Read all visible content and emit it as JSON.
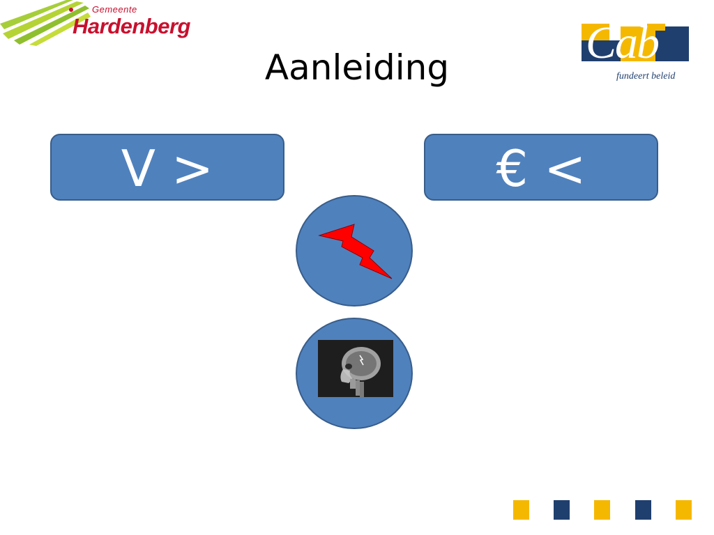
{
  "logos": {
    "left": {
      "line1": "Gemeente",
      "line2": "Hardenberg",
      "color": "#c8102e",
      "stripe_color": "#a6ce39"
    },
    "right": {
      "letters": "Cab",
      "tagline": "fundeert beleid",
      "yellow": "#f5b800",
      "navy": "#1f3f6e"
    }
  },
  "slide": {
    "title": "Aanleiding",
    "box_left_text": "V >",
    "box_right_text": "€ <",
    "box_color": "#4f81bd",
    "circle_top_icon": "lightning-icon",
    "circle_bottom_icon": "skull-xray-icon"
  },
  "footer": {
    "square_colors": [
      "#f5b800",
      "#1f3f6e",
      "#f5b800",
      "#1f3f6e",
      "#f5b800"
    ]
  }
}
